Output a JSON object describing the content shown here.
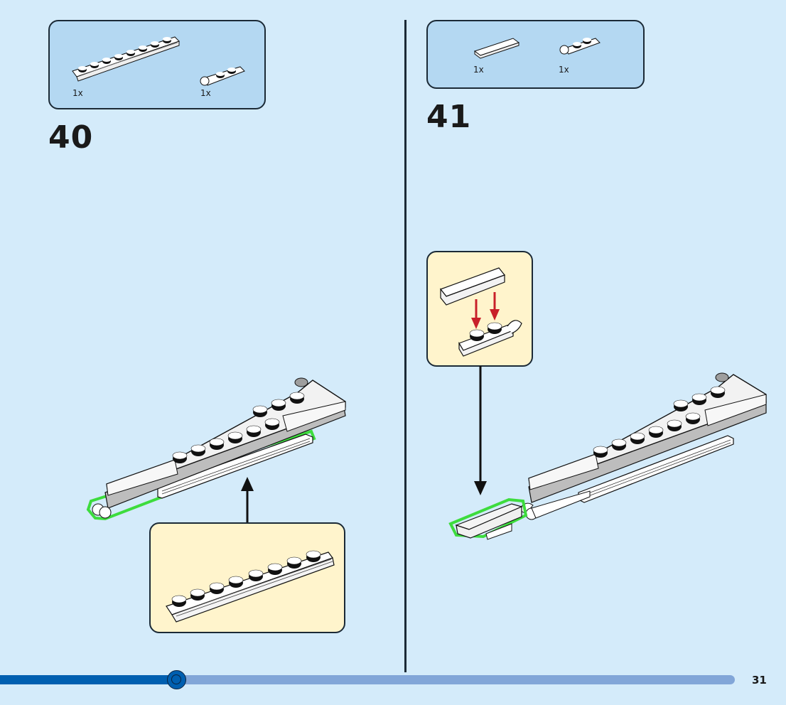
{
  "steps": [
    {
      "number": "40",
      "parts": [
        {
          "name": "plate 1x8 with rail",
          "quantity": "1x"
        },
        {
          "name": "plate 1x2 with clip hinge",
          "quantity": "1x"
        }
      ]
    },
    {
      "number": "41",
      "parts": [
        {
          "name": "tile 1x3",
          "quantity": "1x"
        },
        {
          "name": "plate 1x2 with clip",
          "quantity": "1x"
        }
      ]
    }
  ],
  "progress": {
    "fraction": 0.24
  },
  "page": {
    "number": "31"
  },
  "colors": {
    "background": "#d4ebfa",
    "parts_box": "#b4d8f2",
    "callout": "#fff4cc",
    "highlight": "#3ddc3d",
    "arrow_red": "#c8202a",
    "progress_fill": "#005fb0",
    "progress_track": "#82a6d8"
  }
}
